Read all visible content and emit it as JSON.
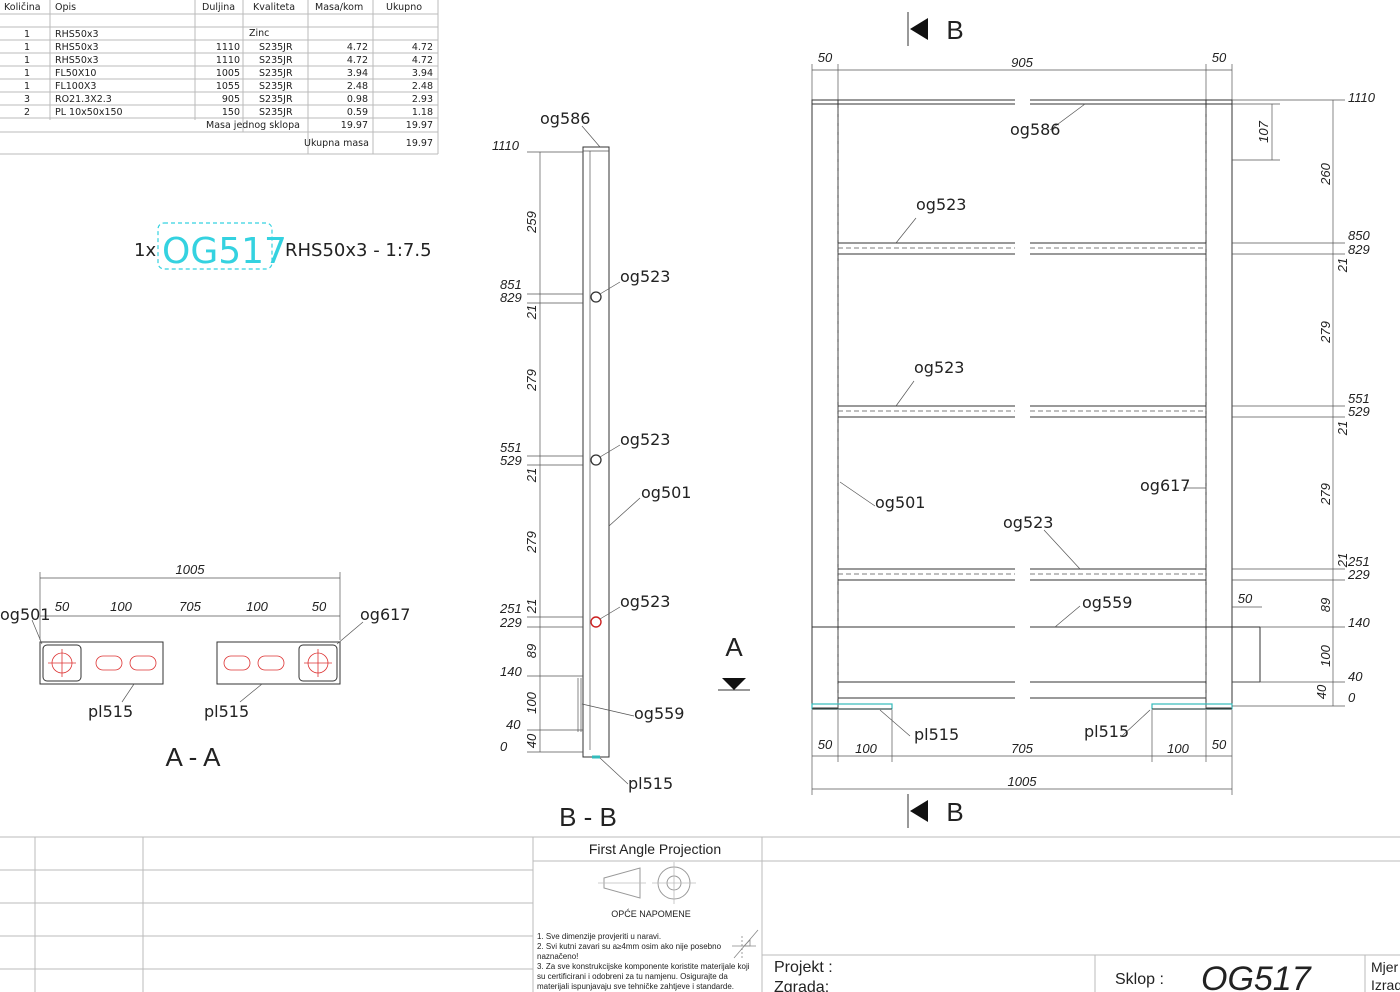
{
  "bom": {
    "headers": [
      "Količina",
      "Opis",
      "Duljina",
      "Kvaliteta",
      "Masa/kom",
      "Ukupno"
    ],
    "zinc": "Zinc",
    "rows": [
      {
        "qty": "1",
        "desc": "RHS50x3",
        "len": "",
        "grade": "",
        "mass": "",
        "total": ""
      },
      {
        "qty": "1",
        "desc": "RHS50x3",
        "len": "1110",
        "grade": "S235JR",
        "mass": "4.72",
        "total": "4.72"
      },
      {
        "qty": "1",
        "desc": "RHS50x3",
        "len": "1110",
        "grade": "S235JR",
        "mass": "4.72",
        "total": "4.72"
      },
      {
        "qty": "1",
        "desc": "FL50X10",
        "len": "1005",
        "grade": "S235JR",
        "mass": "3.94",
        "total": "3.94"
      },
      {
        "qty": "1",
        "desc": "FL100X3",
        "len": "1055",
        "grade": "S235JR",
        "mass": "2.48",
        "total": "2.48"
      },
      {
        "qty": "3",
        "desc": "RO21.3X2.3",
        "len": "905",
        "grade": "S235JR",
        "mass": "0.98",
        "total": "2.93"
      },
      {
        "qty": "2",
        "desc": "PL 10x50x150",
        "len": "150",
        "grade": "S235JR",
        "mass": "0.59",
        "total": "1.18"
      }
    ],
    "assembly_mass_label": "Masa jednog sklopa",
    "assembly_mass": "19.97",
    "assembly_total": "19.97",
    "total_mass_label": "Ukupna masa",
    "total_mass": "19.97"
  },
  "title": {
    "qty": "1x",
    "mark": "OG517",
    "spec": "RHS50x3 - 1:7.5",
    "mark_color": "#34d2e0"
  },
  "section_aa": {
    "label": "A - A",
    "overall": "1005",
    "dims": [
      "50",
      "100",
      "705",
      "100",
      "50"
    ],
    "parts": {
      "left": "og501",
      "right": "og617",
      "pl_left": "pl515",
      "pl_right": "pl515"
    }
  },
  "section_bb": {
    "label": "B - B",
    "top_value": "1110",
    "levels": [
      "851",
      "829",
      "551",
      "529",
      "251",
      "229",
      "140",
      "40",
      "0"
    ],
    "dims": [
      "259",
      "21",
      "279",
      "21",
      "279",
      "21",
      "89",
      "100",
      "40"
    ],
    "parts": [
      "og586",
      "og523",
      "og523",
      "og501",
      "og523",
      "og559",
      "pl515"
    ]
  },
  "front_view": {
    "section_mark_b": "B",
    "section_mark_a": "A",
    "top_dims": [
      "50",
      "905",
      "50"
    ],
    "bottom_dims": [
      "50",
      "100",
      "705",
      "100",
      "50"
    ],
    "bottom_overall": "1005",
    "right_dim_107": "107",
    "levels": [
      "1110",
      "850",
      "829",
      "551",
      "529",
      "251",
      "229",
      "140",
      "40",
      "0"
    ],
    "segments": [
      "260",
      "21",
      "279",
      "21",
      "279",
      "21",
      "89",
      "100",
      "40"
    ],
    "side_dim_50": "50",
    "parts": {
      "top": "og586",
      "bar1": "og523",
      "bar2": "og523",
      "bar3": "og523",
      "left": "og501",
      "right": "og617",
      "flat": "og559",
      "pl_left": "pl515",
      "pl_right": "pl515"
    }
  },
  "titleblock": {
    "projection": "First Angle Projection",
    "notes_title": "OPĆE NAPOMENE",
    "notes": [
      "1. Sve dimenzije provjeriti u naravi.",
      "2. Svi kutni zavari su a≥4mm osim ako nije posebno",
      "    naznačeno!",
      "3. Za sve konstrukcijske komponente koristite materijale koji",
      "    su certificirani i odobreni za tu namjenu. Osigurajte da",
      "    materijali ispunjavaju sve tehničke zahtjeve i standarde."
    ],
    "projekt": "Projekt :",
    "zgrada": "Zgrada:",
    "sklop": "Sklop :",
    "sklop_value": "OG517",
    "mjer": "Mjer",
    "izrad": "Izrad"
  }
}
